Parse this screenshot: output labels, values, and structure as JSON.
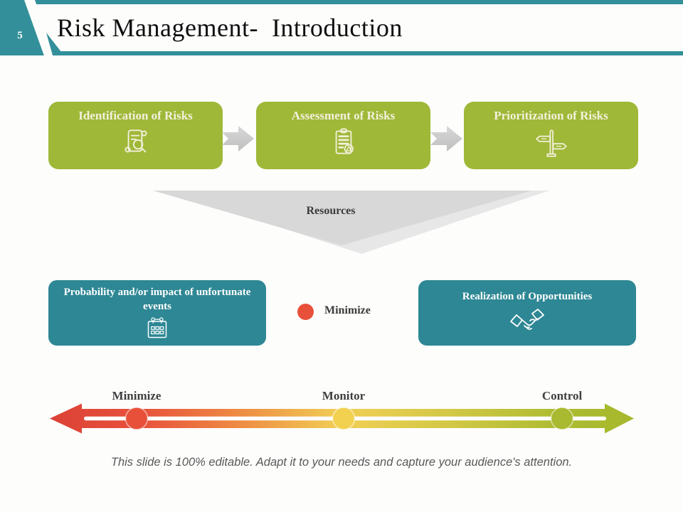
{
  "slide": {
    "number": "5",
    "title": "Risk Management-  Introduction",
    "footer": "This slide is 100% editable. Adapt it to your needs and capture your audience's attention."
  },
  "process_steps": [
    {
      "label": "Identification of Risks",
      "icon": "scroll-search-icon"
    },
    {
      "label": "Assessment of Risks",
      "icon": "clipboard-warning-icon"
    },
    {
      "label": "Prioritization of Risks",
      "icon": "signpost-icon"
    }
  ],
  "funnel": {
    "label": "Resources"
  },
  "outcomes": [
    {
      "label": "Probability and/or impact of unfortunate events",
      "icon": "calendar-icon"
    },
    {
      "label": "Realization of Opportunities",
      "icon": "handshake-icon"
    }
  ],
  "legend": {
    "label": "Minimize",
    "color": "#e8503a"
  },
  "timeline": {
    "labels": [
      "Minimize",
      "Monitor",
      "Control"
    ],
    "dot_colors": [
      "#e8503a",
      "#f2d150",
      "#a9b930"
    ],
    "gradient": [
      "#dc4136",
      "#f1cf55",
      "#a6b82d"
    ]
  },
  "colors": {
    "teal_header": "#33909a",
    "teal_box": "#2e8794",
    "green_box": "#9fb838",
    "funnel_gray": "#d8d8d8",
    "arrow_gray": "#c9c9c9"
  }
}
